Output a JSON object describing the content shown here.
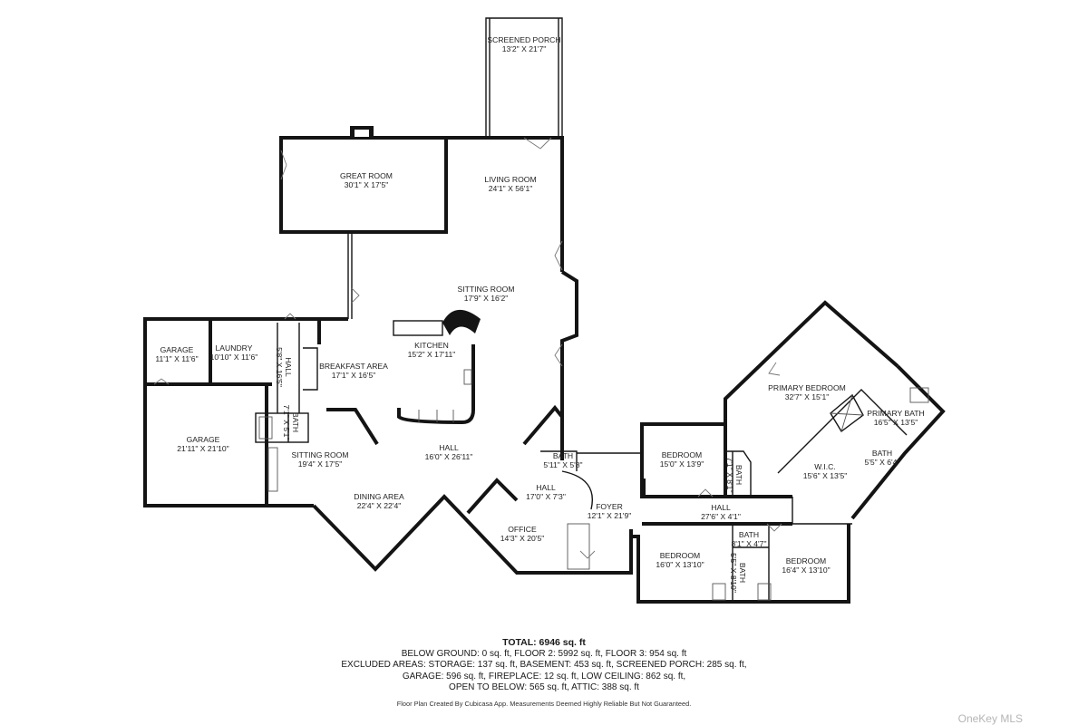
{
  "rooms": [
    {
      "id": "screened-porch",
      "name": "SCREENED PORCH",
      "dims": "13'2\" X 21'7\""
    },
    {
      "id": "great-room",
      "name": "GREAT ROOM",
      "dims": "30'1\" X 17'5\""
    },
    {
      "id": "living-room",
      "name": "LIVING ROOM",
      "dims": "24'1\" X 56'1\""
    },
    {
      "id": "sitting-room-1",
      "name": "SITTING ROOM",
      "dims": "17'9\" X 16'2\""
    },
    {
      "id": "kitchen",
      "name": "KITCHEN",
      "dims": "15'2\" X 17'11\""
    },
    {
      "id": "garage-1",
      "name": "GARAGE",
      "dims": "11'1\" X 11'6\""
    },
    {
      "id": "laundry",
      "name": "LAUNDRY",
      "dims": "10'10\" X 11'6\""
    },
    {
      "id": "hall-1",
      "name": "HALL",
      "dims": "5'8\" X 16'5\""
    },
    {
      "id": "breakfast-area",
      "name": "BREAKFAST AREA",
      "dims": "17'1\" X 16'5\""
    },
    {
      "id": "garage-2",
      "name": "GARAGE",
      "dims": "21'11\" X 21'10\""
    },
    {
      "id": "bath-1",
      "name": "BATH",
      "dims": "7'1\" X 5'1\""
    },
    {
      "id": "sitting-room-2",
      "name": "SITTING ROOM",
      "dims": "19'4\" X 17'5\""
    },
    {
      "id": "hall-2",
      "name": "HALL",
      "dims": "16'0\" X 26'11\""
    },
    {
      "id": "dining-area",
      "name": "DINING AREA",
      "dims": "22'4\" X 22'4\""
    },
    {
      "id": "bath-2",
      "name": "BATH",
      "dims": "5'11\" X 5'8\""
    },
    {
      "id": "hall-3",
      "name": "HALL",
      "dims": "17'0\" X 7'3\""
    },
    {
      "id": "office",
      "name": "OFFICE",
      "dims": "14'3\" X 20'5\""
    },
    {
      "id": "foyer",
      "name": "FOYER",
      "dims": "12'1\" X 21'9\""
    },
    {
      "id": "bedroom-1",
      "name": "BEDROOM",
      "dims": "15'0\" X 13'9\""
    },
    {
      "id": "bath-3",
      "name": "BATH",
      "dims": "7'1\" X 8'1\""
    },
    {
      "id": "hall-4",
      "name": "HALL",
      "dims": "27'6\" X 4'1\""
    },
    {
      "id": "primary-bedroom",
      "name": "PRIMARY BEDROOM",
      "dims": "32'7\" X 15'1\""
    },
    {
      "id": "primary-bath",
      "name": "PRIMARY BATH",
      "dims": "16'5\" X 13'5\""
    },
    {
      "id": "wic",
      "name": "W.I.C.",
      "dims": "15'6\" X 13'5\""
    },
    {
      "id": "bath-4",
      "name": "BATH",
      "dims": "5'5\" X 6'4\""
    },
    {
      "id": "bedroom-2",
      "name": "BEDROOM",
      "dims": "16'0\" X 13'10\""
    },
    {
      "id": "bath-5",
      "name": "BATH",
      "dims": "8'1\" X 4'7\""
    },
    {
      "id": "bath-6",
      "name": "BATH",
      "dims": "5'5\" X 8'10\""
    },
    {
      "id": "bedroom-3",
      "name": "BEDROOM",
      "dims": "16'4\" X 13'10\""
    }
  ],
  "summary": {
    "total": "TOTAL: 6946 sq. ft",
    "line1": "BELOW GROUND: 0 sq. ft, FLOOR 2: 5992 sq. ft, FLOOR 3: 954 sq. ft",
    "line2": "EXCLUDED AREAS: STORAGE: 137 sq. ft, BASEMENT: 453 sq. ft, SCREENED PORCH: 285 sq. ft,",
    "line3": "GARAGE: 596 sq. ft, FIREPLACE: 12 sq. ft, LOW CEILING: 862 sq. ft,",
    "line4": "OPEN TO BELOW: 565 sq. ft, ATTIC: 388 sq. ft"
  },
  "credit": "Floor Plan Created By Cubicasa App. Measurements Deemed Highly Reliable But Not Guaranteed.",
  "watermark": "OneKey MLS"
}
